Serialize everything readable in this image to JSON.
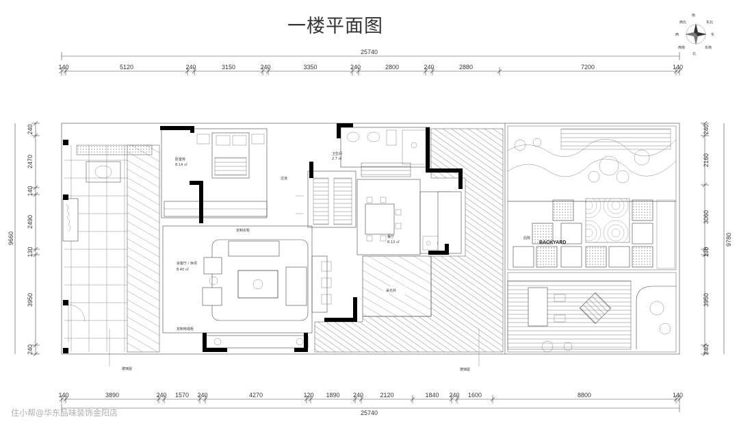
{
  "title": "一楼平面图",
  "compass": {
    "n": "南",
    "s": "北",
    "e": "东",
    "w": "西",
    "ne": "东北",
    "nw": "西北",
    "se": "东南",
    "sw": "西南"
  },
  "top_total": "25740",
  "top_dims": [
    "140",
    "5120",
    "240",
    "3150",
    "240",
    "3350",
    "240",
    "2800",
    "240",
    "2880",
    "7200",
    "140"
  ],
  "bottom_dims": [
    "140",
    "3890",
    "240",
    "1570",
    "240",
    "4270",
    "120",
    "1890",
    "240",
    "2120",
    "1840",
    "240",
    "1600",
    "8800",
    "140"
  ],
  "bottom_total": "25740",
  "left_total": "9660",
  "left_dims": [
    "240",
    "2470",
    "140",
    "2490",
    "130",
    "3950",
    "240"
  ],
  "right_total": "9780",
  "right_dims": [
    "240",
    "2160",
    "3060",
    "130",
    "3950",
    "240"
  ],
  "rooms": {
    "bedroom": "卧室房",
    "bedroom_area": "8.14 ㎡",
    "bath": "卫生间",
    "bath_area": "2.7 ㎡",
    "hall": "过道",
    "dining": "餐厅",
    "dining_area": "8.13 ㎡",
    "living": "会客厅 / 休闲",
    "living_area": "8.40 ㎡",
    "sun": "采光井",
    "garden": "后院",
    "garden_en": "BACKYARD",
    "cabinet": "定制衣柜",
    "tv": "定制电视柜",
    "glass_left": "玻璃屋",
    "glass_right": "玻璃屋"
  },
  "watermark": "住小帮@华东品味装饰金阳店"
}
